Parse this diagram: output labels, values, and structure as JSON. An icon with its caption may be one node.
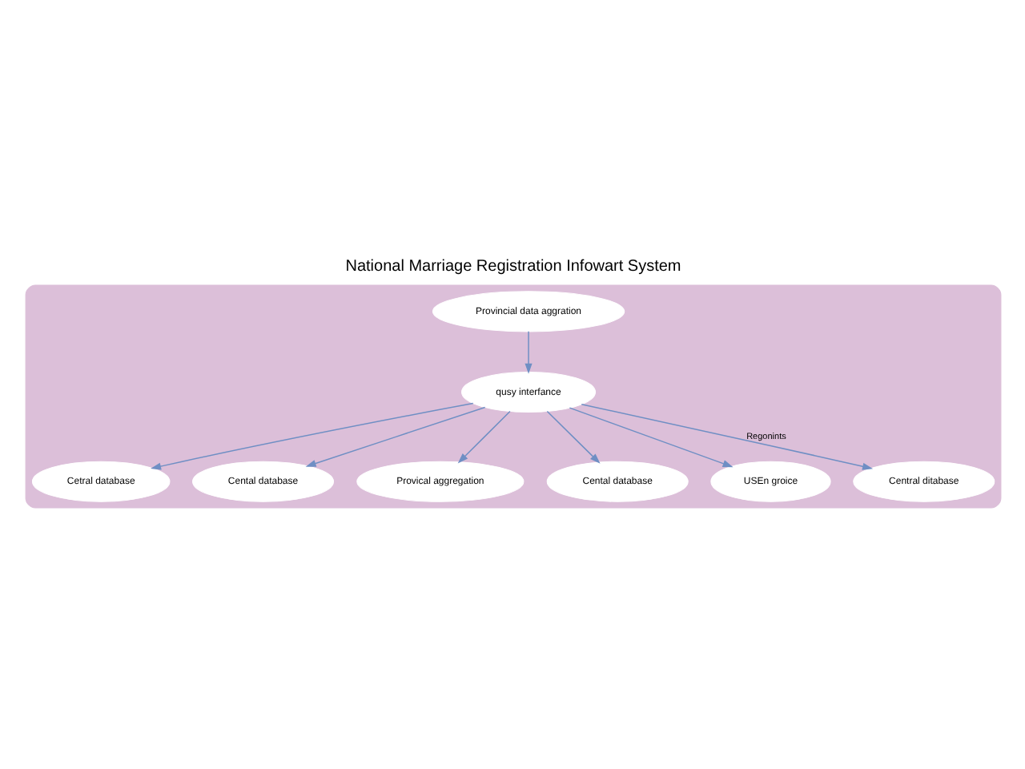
{
  "diagram": {
    "title": "National Marriage Registration Infowart System",
    "nodes": [
      {
        "text": [],
        "shape": "box"
      },
      {
        "text": [
          "Provincial data aggration"
        ],
        "in": 0
      },
      {
        "text": [
          "qusy interfance"
        ],
        "in": 0
      },
      {
        "text": [
          "Cetral database"
        ],
        "in": 0
      },
      {
        "text": [
          "Cental database"
        ],
        "in": 0
      },
      {
        "text": [
          "Provical aggregation"
        ],
        "in": 0
      },
      {
        "text": [
          "Cental database"
        ],
        "in": 0
      },
      {
        "text": [
          "USEn groice"
        ],
        "in": 0
      },
      {
        "text": [
          "Central ditabase"
        ],
        "in": 0
      }
    ],
    "edges": [
      {
        "from": 1,
        "to": 2,
        "arrow": "to"
      },
      {
        "from": 2,
        "to": 3,
        "arrow": "to"
      },
      {
        "from": 2,
        "to": 4,
        "arrow": "to"
      },
      {
        "from": 2,
        "to": 5,
        "arrow": "to"
      },
      {
        "from": 2,
        "to": 6,
        "arrow": "to"
      },
      {
        "from": 2,
        "to": 7,
        "arrow": "to"
      },
      {
        "from": 2,
        "to": 8,
        "arrow": "to",
        "label": "Regonints"
      }
    ]
  }
}
